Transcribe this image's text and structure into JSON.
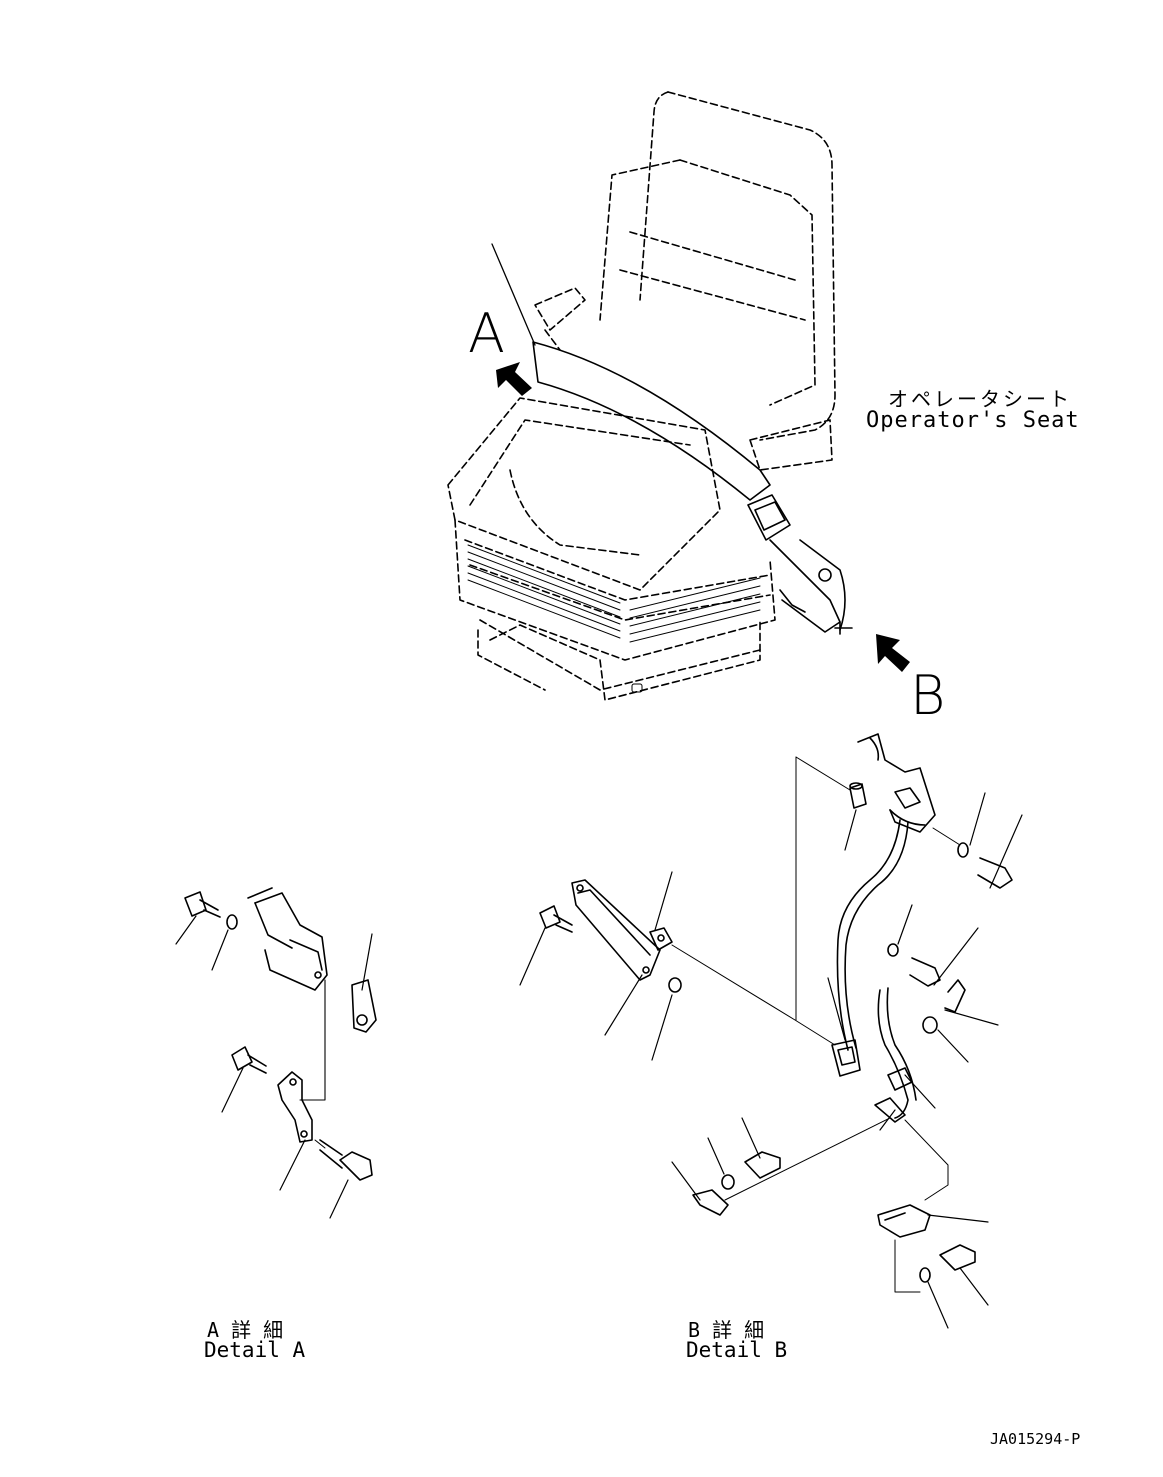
{
  "callouts": {
    "view_a": "A",
    "view_b": "B"
  },
  "seat_label": {
    "japanese": "オペレータシート",
    "english": "Operator's Seat"
  },
  "detail_a": {
    "japanese": "A 詳 細",
    "english": "Detail A"
  },
  "detail_b": {
    "japanese": "B 詳 細",
    "english": "Detail B"
  },
  "drawing_number": "JA015294-P",
  "colors": {
    "line": "#000000",
    "background": "#ffffff"
  }
}
